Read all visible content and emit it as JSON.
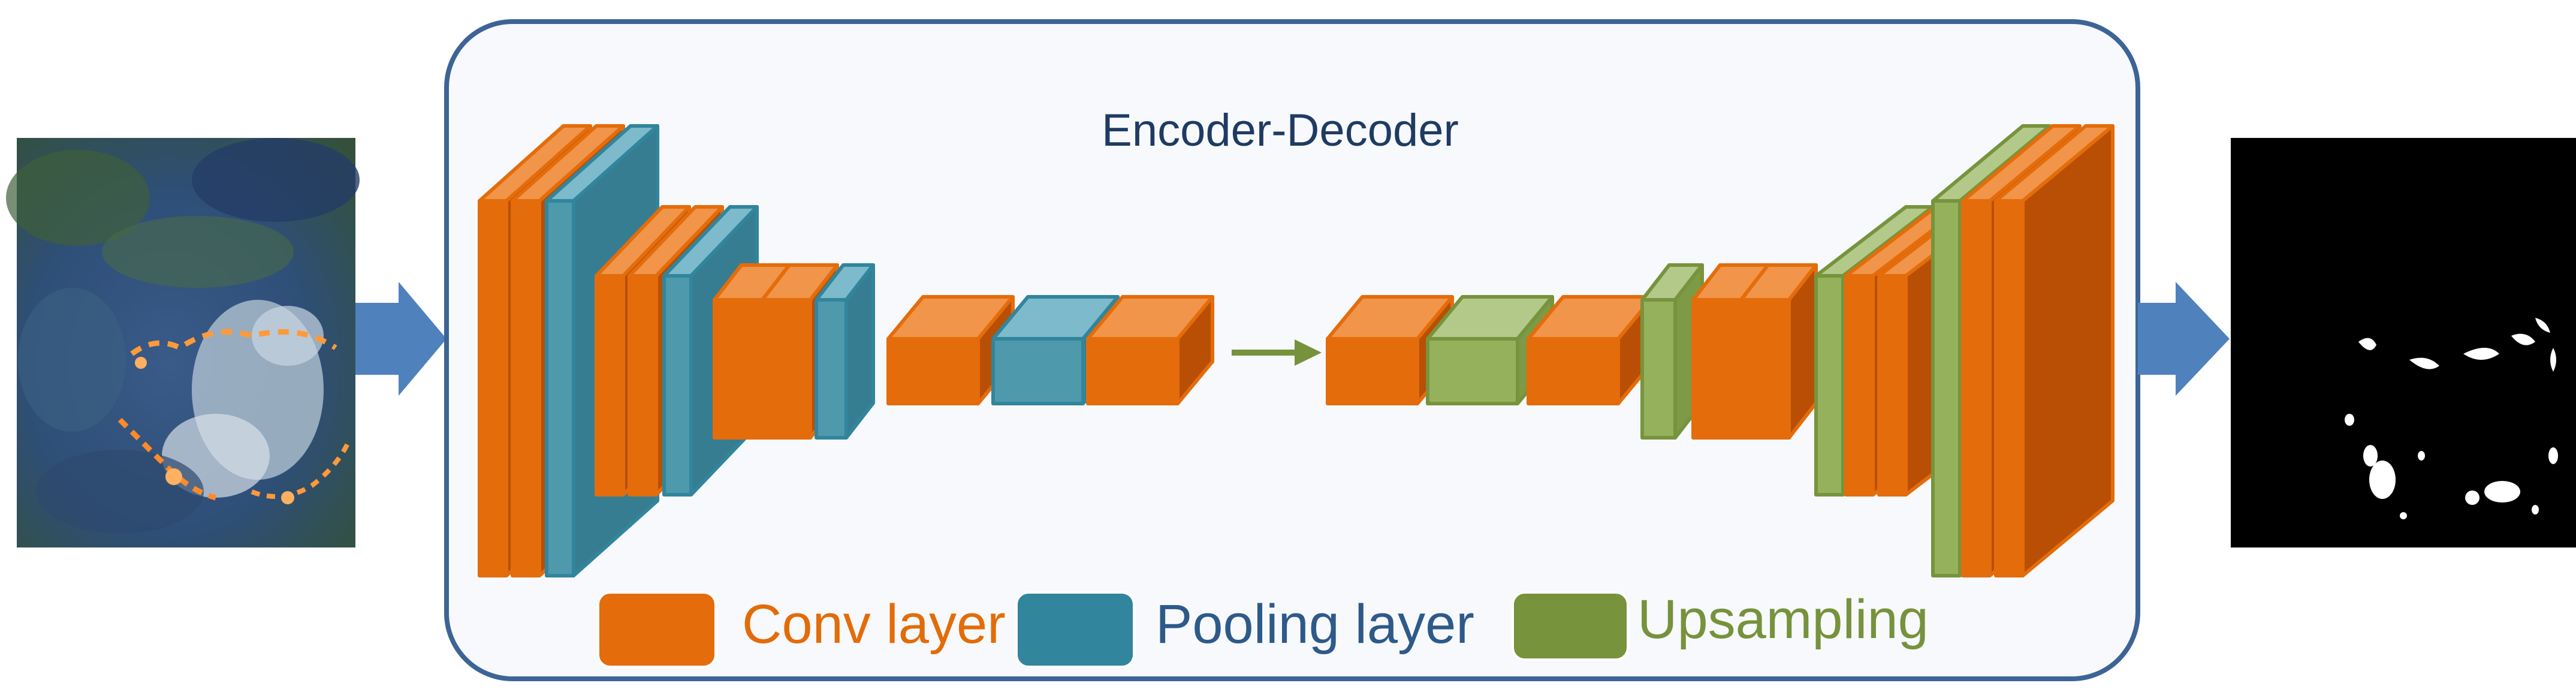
{
  "diagram": {
    "encoder_decoder_title": "Encoder-Decoder",
    "legend": [
      {
        "label": "Conv layer",
        "swatch": "conv",
        "text_color": "#e36c09"
      },
      {
        "label": "Pooling layer",
        "swatch": "pool",
        "text_color": "#2e5a8a"
      },
      {
        "label": "Upsampling",
        "swatch": "up",
        "text_color": "#76923c"
      }
    ]
  },
  "colors": {
    "conv": {
      "front": "#e46c0a",
      "top": "#f0954a",
      "side": "#b84f04",
      "stroke": "#e46c0a"
    },
    "pool": {
      "front": "#4f99ad",
      "top": "#7dbacb",
      "side": "#367d92",
      "stroke": "#31859c"
    },
    "up": {
      "front": "#95b15c",
      "top": "#b3c98a",
      "side": "#7d9a46",
      "stroke": "#77933c"
    },
    "panel_border": "#3d6496",
    "panel_fill": "#f7f9fc",
    "title_text": "#1f3b63",
    "arrow_blue": "#4f81bd",
    "arrow_green": "#76923c"
  },
  "icons": [
    "input-satellite-image",
    "output-mask-image",
    "right-arrow-icon"
  ]
}
